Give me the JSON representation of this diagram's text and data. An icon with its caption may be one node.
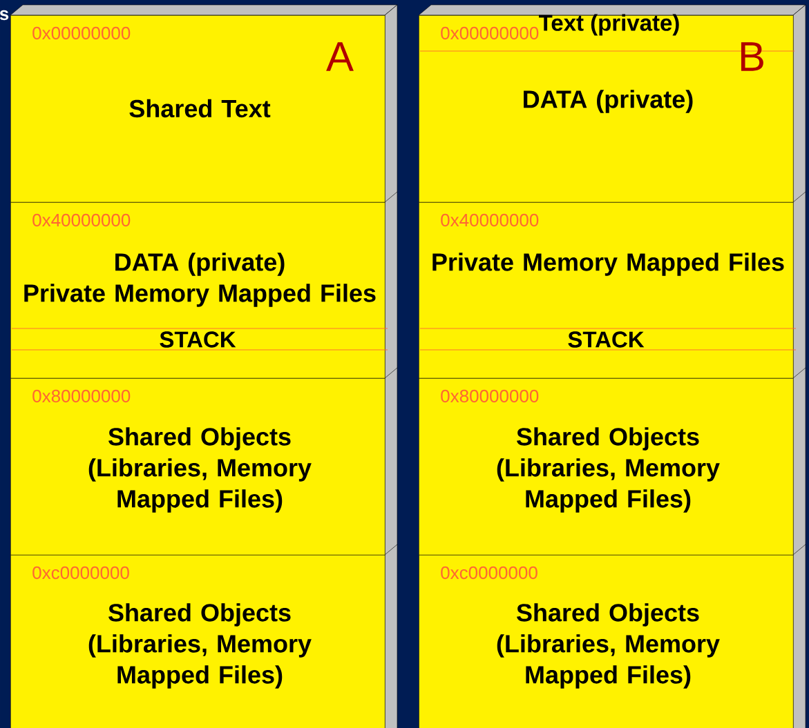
{
  "diagram": {
    "nodes": [
      {
        "text": [
          "0x00000000",
          "Shared Text"
        ]
      },
      {
        "text": [
          "0x40000000",
          "DATA (private)",
          "Private Memory Mapped Files"
        ]
      },
      {
        "text": [
          "STACK"
        ],
        "in": 1
      },
      {
        "text": [
          "0x80000000",
          "Shared Objects (Libraries, Memory Mapped Files)"
        ]
      },
      {
        "text": [
          "0xc0000000",
          "Shared Objects (Libraries, Memory Mapped Files)"
        ]
      },
      {
        "text": [
          "0x00000000",
          "DATA (private)"
        ]
      },
      {
        "text": [
          "Text (private)"
        ],
        "in": 5
      },
      {
        "text": [
          "0x40000000",
          "Private Memory Mapped Files"
        ]
      },
      {
        "text": [
          "STACK"
        ],
        "in": 7
      },
      {
        "text": [
          "0x80000000",
          "Shared Objects (Libraries, Memory Mapped Files)"
        ]
      },
      {
        "text": [
          "0xc0000000",
          "Shared Objects (Libraries, Memory Mapped Files)"
        ]
      }
    ],
    "labels": [
      "s",
      "A",
      "B"
    ]
  }
}
